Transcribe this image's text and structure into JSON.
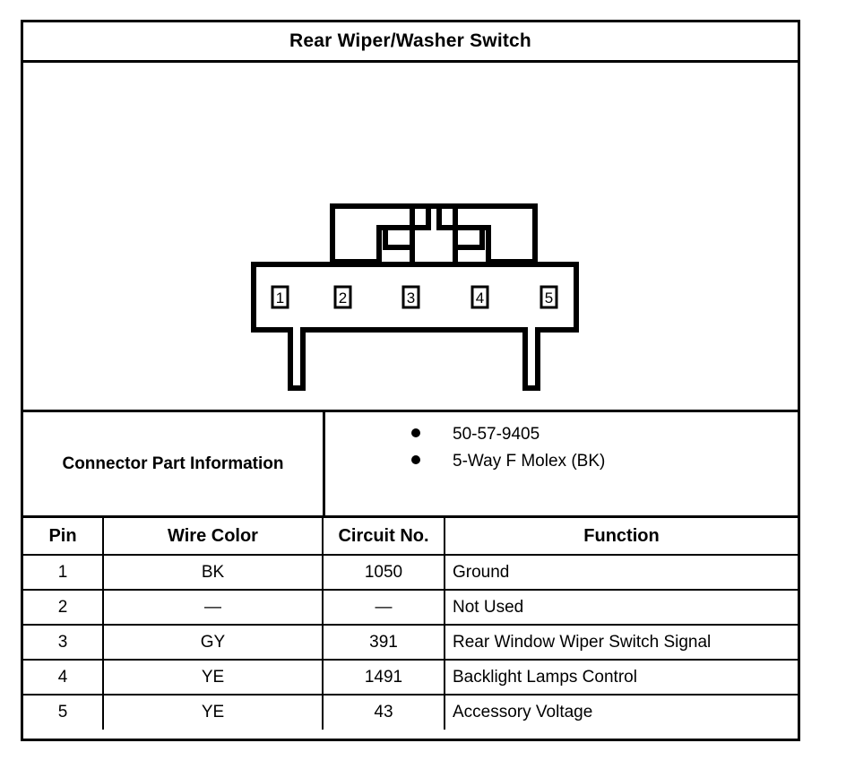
{
  "header": {
    "title": "Rear Wiper/Washer Switch"
  },
  "diagram": {
    "name": "5-way-connector-face-view",
    "pin_labels": [
      "1",
      "2",
      "3",
      "4",
      "5"
    ]
  },
  "part_info": {
    "label": "Connector Part Information",
    "items": [
      "50-57-9405",
      "5-Way F Molex (BK)"
    ]
  },
  "pin_table": {
    "columns": [
      "Pin",
      "Wire Color",
      "Circuit No.",
      "Function"
    ],
    "rows": [
      {
        "pin": "1",
        "wire_color": "BK",
        "circuit_no": "1050",
        "function": "Ground"
      },
      {
        "pin": "2",
        "wire_color": "—",
        "circuit_no": "—",
        "function": "Not Used"
      },
      {
        "pin": "3",
        "wire_color": "GY",
        "circuit_no": "391",
        "function": "Rear Window Wiper Switch Signal"
      },
      {
        "pin": "4",
        "wire_color": "YE",
        "circuit_no": "1491",
        "function": "Backlight Lamps Control"
      },
      {
        "pin": "5",
        "wire_color": "YE",
        "circuit_no": "43",
        "function": "Accessory Voltage"
      }
    ]
  },
  "colors": {
    "line": "#000000",
    "background": "#ffffff"
  }
}
